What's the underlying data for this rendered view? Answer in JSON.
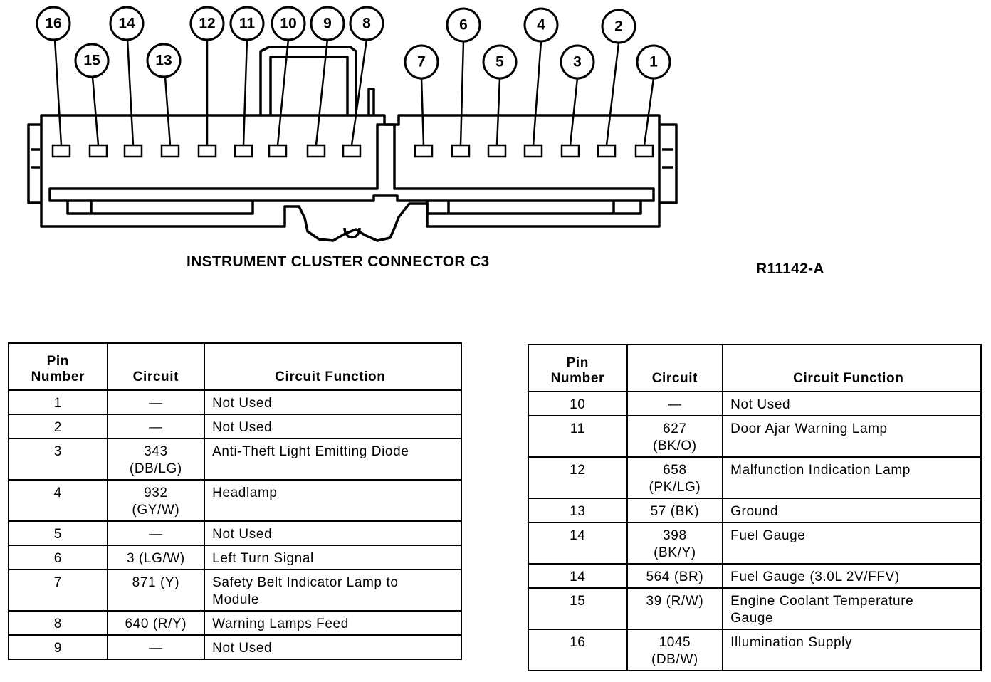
{
  "diagram": {
    "pin_callouts": [
      "16",
      "15",
      "14",
      "13",
      "12",
      "11",
      "10",
      "9",
      "8",
      "7",
      "6",
      "5",
      "4",
      "3",
      "2",
      "1"
    ],
    "caption": "INSTRUMENT CLUSTER CONNECTOR C3",
    "reference": "R11142-A"
  },
  "tables": {
    "headers": {
      "pin_line1": "Pin",
      "pin_line2": "Number",
      "circuit": "Circuit",
      "function": "Circuit Function"
    },
    "left": {
      "rows": [
        {
          "pin": "1",
          "circuit": "—",
          "circuit2": "",
          "function": "Not Used"
        },
        {
          "pin": "2",
          "circuit": "—",
          "circuit2": "",
          "function": "Not Used"
        },
        {
          "pin": "3",
          "circuit": "343",
          "circuit2": "(DB/LG)",
          "function": "Anti-Theft Light Emitting Diode"
        },
        {
          "pin": "4",
          "circuit": "932",
          "circuit2": "(GY/W)",
          "function": "Headlamp"
        },
        {
          "pin": "5",
          "circuit": "—",
          "circuit2": "",
          "function": "Not Used"
        },
        {
          "pin": "6",
          "circuit": "3 (LG/W)",
          "circuit2": "",
          "function": "Left Turn Signal"
        },
        {
          "pin": "7",
          "circuit": "871 (Y)",
          "circuit2": "",
          "function": "Safety Belt Indicator Lamp to Module"
        },
        {
          "pin": "8",
          "circuit": "640 (R/Y)",
          "circuit2": "",
          "function": "Warning Lamps Feed"
        },
        {
          "pin": "9",
          "circuit": "—",
          "circuit2": "",
          "function": "Not Used"
        }
      ]
    },
    "right": {
      "rows": [
        {
          "pin": "10",
          "circuit": "—",
          "circuit2": "",
          "function": "Not Used"
        },
        {
          "pin": "11",
          "circuit": "627",
          "circuit2": "(BK/O)",
          "function": "Door Ajar Warning Lamp"
        },
        {
          "pin": "12",
          "circuit": "658",
          "circuit2": "(PK/LG)",
          "function": "Malfunction Indication Lamp"
        },
        {
          "pin": "13",
          "circuit": "57 (BK)",
          "circuit2": "",
          "function": "Ground"
        },
        {
          "pin": "14",
          "circuit": "398",
          "circuit2": "(BK/Y)",
          "function": "Fuel Gauge"
        },
        {
          "pin": "14",
          "circuit": "564 (BR)",
          "circuit2": "",
          "function": "Fuel Gauge (3.0L 2V/FFV)"
        },
        {
          "pin": "15",
          "circuit": "39 (R/W)",
          "circuit2": "",
          "function": "Engine Coolant Temperature Gauge"
        },
        {
          "pin": "16",
          "circuit": "1045",
          "circuit2": "(DB/W)",
          "function": "Illumination Supply"
        }
      ]
    }
  }
}
